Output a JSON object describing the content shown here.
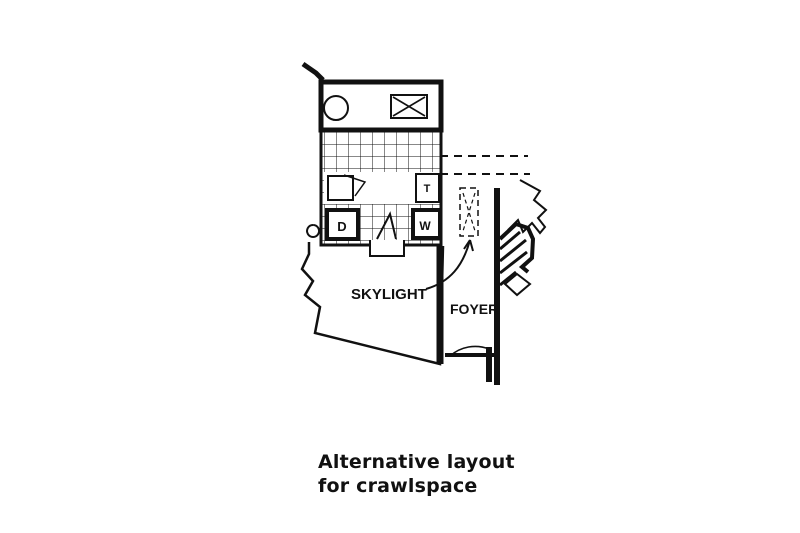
{
  "plan": {
    "labels": {
      "skylight": "SKYLIGHT",
      "foyer": "FOYER",
      "dryer": "D",
      "washer": "W",
      "toilet": "T"
    },
    "caption": {
      "line1": "Alternative layout",
      "line2": "for crawlspace"
    }
  }
}
